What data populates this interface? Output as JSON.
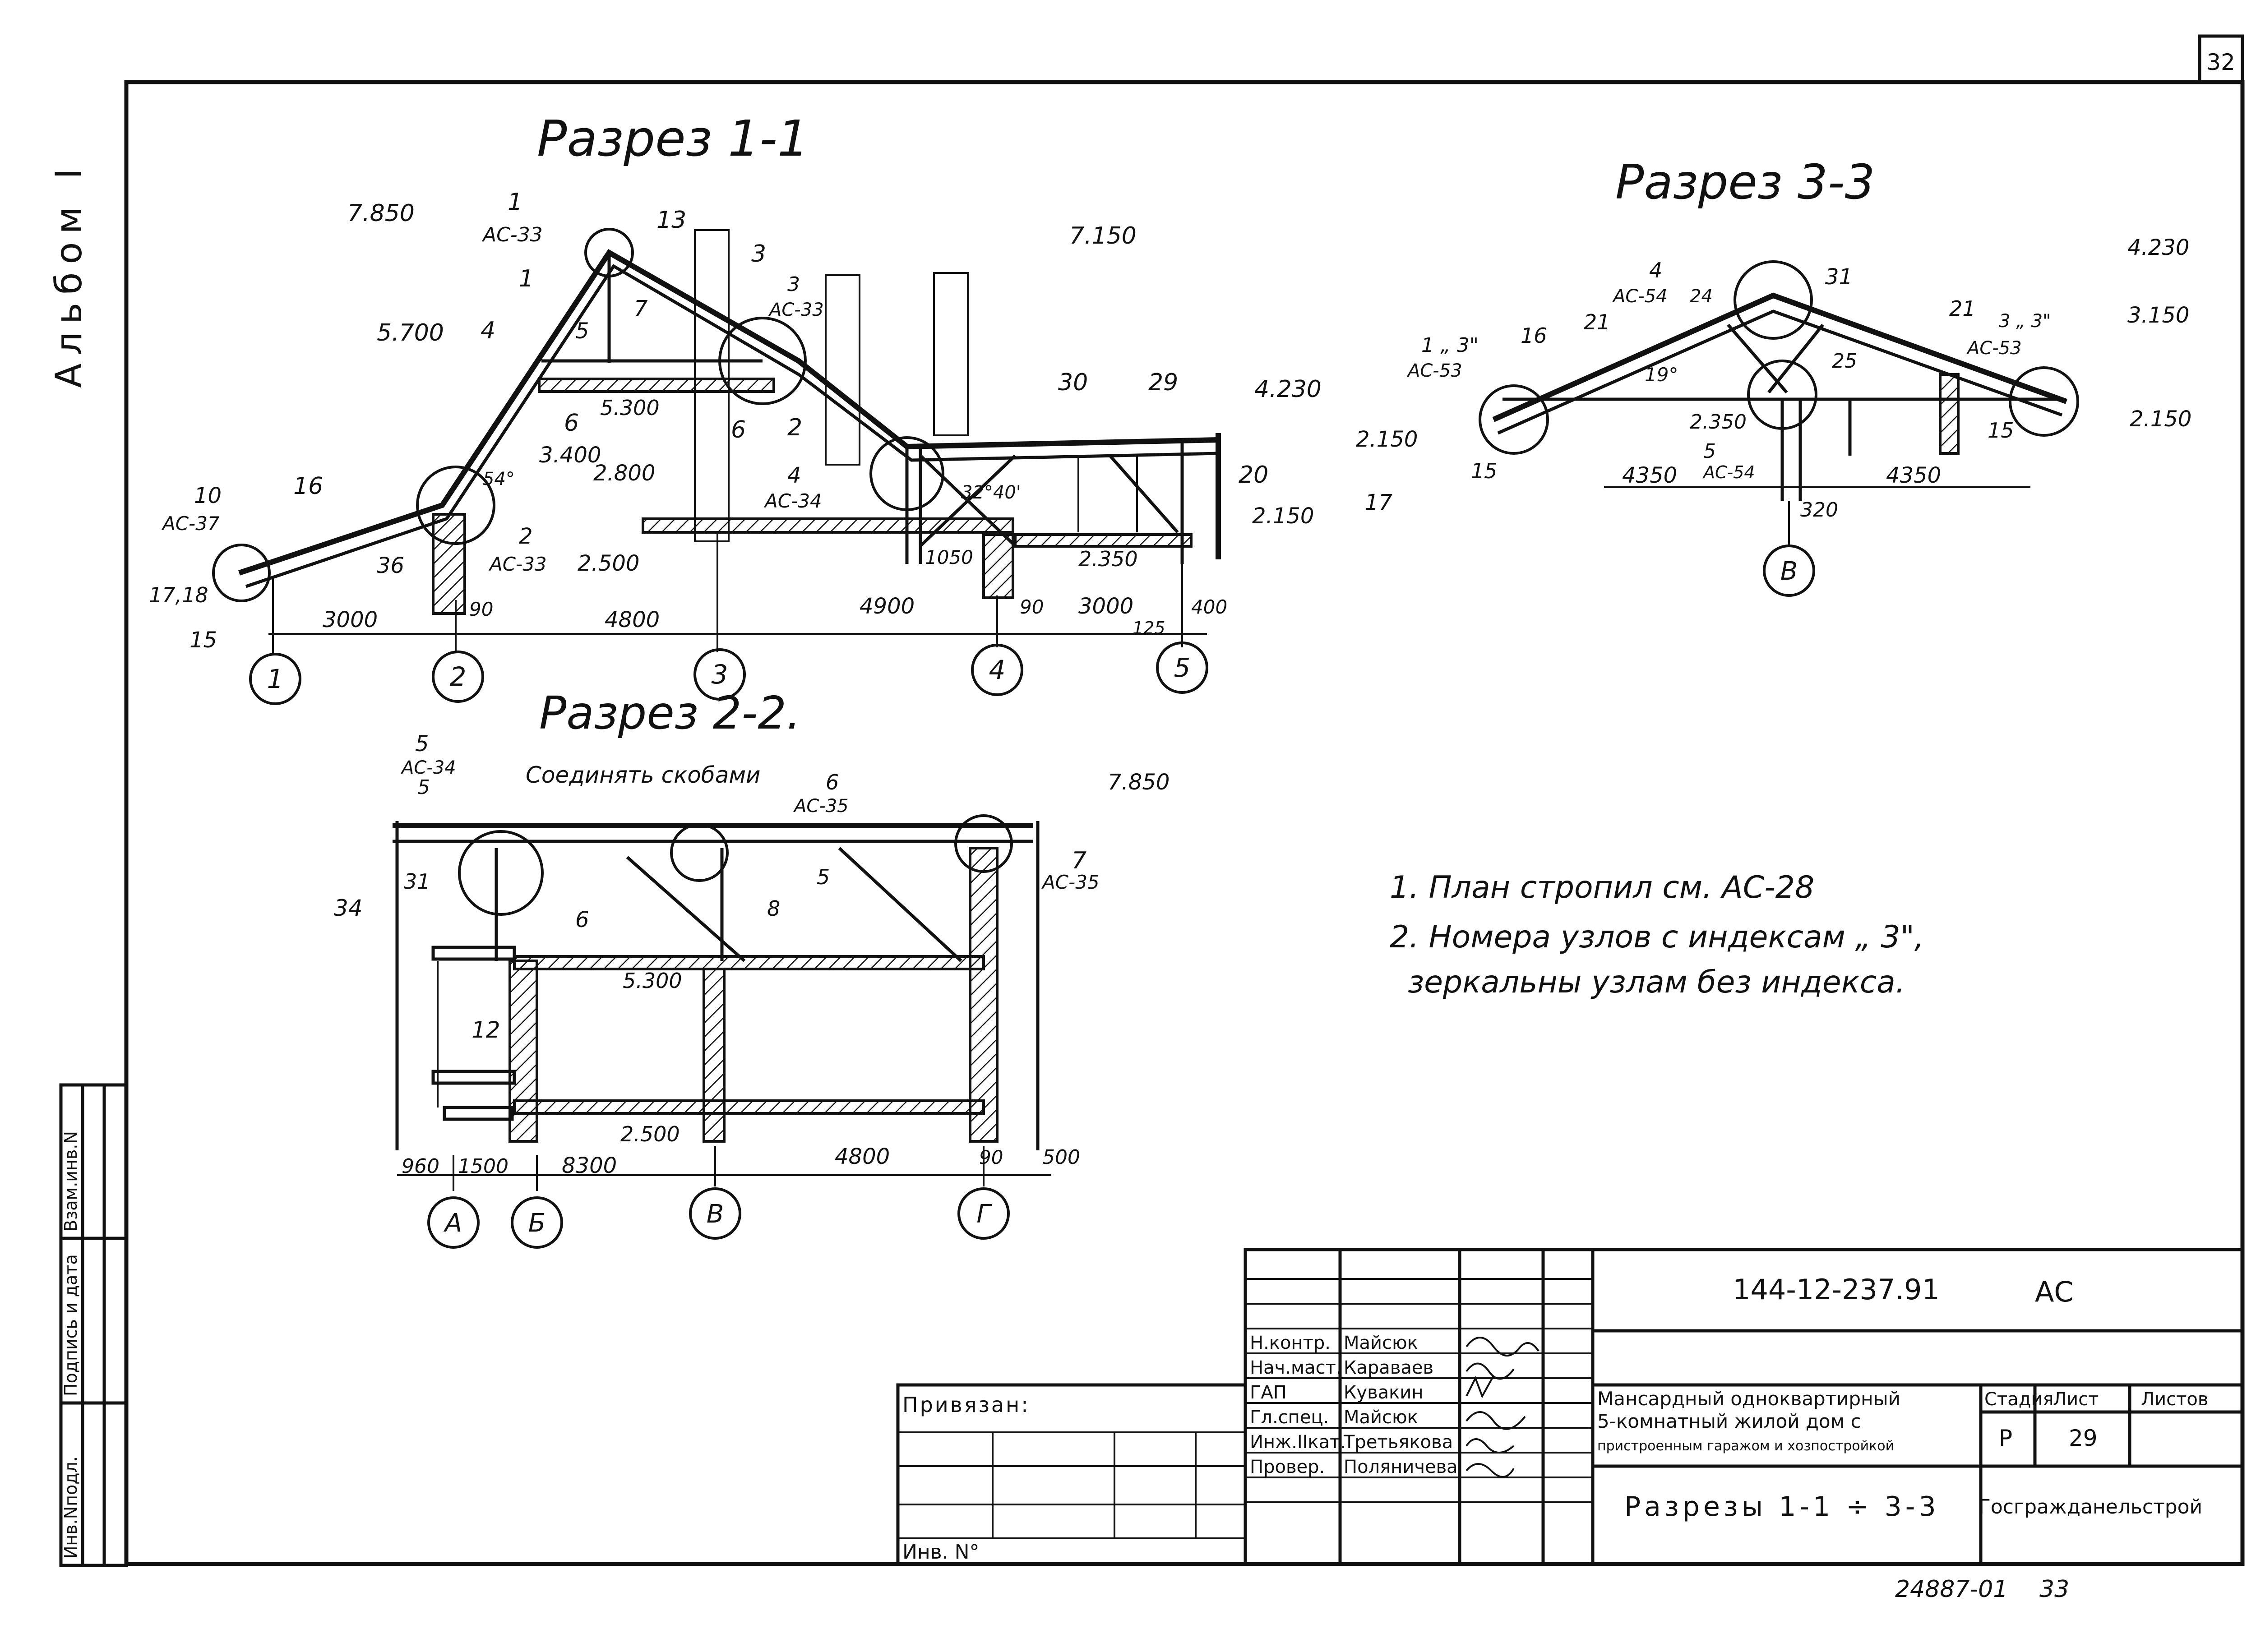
{
  "sheet": {
    "page_number": "32",
    "album_label": "Альбом I",
    "footer_code": "24887-01",
    "footer_page": "33"
  },
  "left_strip": {
    "col1": "Инв.Nподл.",
    "col2": "Подпись и дата",
    "col3": "Взам.инв.N"
  },
  "section_1_1": {
    "title": "Разрез 1-1",
    "elev_7850": "7.850",
    "elev_5700": "5.700",
    "elev_7150": "7.150",
    "elev_4230": "4.230",
    "elev_3400": "3.400",
    "elev_2800": "2.800",
    "elev_2500": "2.500",
    "elev_2150": "2.150",
    "elev_5300": "5.300",
    "elev_2350": "2.350",
    "angle_54": "54°",
    "angle_32": "32°40'",
    "node_1": "1",
    "node_1_ref": "АС-33",
    "node_13": "13",
    "node_1b": "1",
    "node_3": "3",
    "node_3b": "3",
    "node_3_ref": "АС-33",
    "node_4": "4",
    "node_5": "5",
    "node_7": "7",
    "node_6": "6",
    "node_2": "2",
    "node_2b": "2",
    "node_2_ref": "АС-33",
    "node_4b": "4",
    "node_4_ref": "АС-34",
    "node_10": "10",
    "node_10_ref": "АС-37",
    "node_16": "16",
    "node_36": "36",
    "node_1718": "17,18",
    "node_15": "15",
    "node_30": "30",
    "node_29": "29",
    "node_20": "20",
    "dim_1050": "1050",
    "dim_3000a": "3000",
    "dim_90a": "90",
    "dim_4800": "4800",
    "dim_4900": "4900",
    "dim_90b": "90",
    "dim_3000b": "3000",
    "dim_400": "400",
    "dim_125": "125",
    "axis_1": "1",
    "axis_2": "2",
    "axis_3": "3",
    "axis_4": "4",
    "axis_5": "5"
  },
  "section_2_2": {
    "title": "Разрез 2-2.",
    "node_5": "5",
    "node_5_ref": "АС-34",
    "node_5b": "5",
    "connect_note": "Соединять скобами",
    "node_6": "6",
    "node_6_ref": "АС-35",
    "elev_7850": "7.850",
    "node_7": "7",
    "node_7_ref": "АС-35",
    "node_31": "31",
    "node_34": "34",
    "node_6b": "6",
    "node_8": "8",
    "node_5c": "5",
    "elev_5300": "5.300",
    "node_12": "12",
    "elev_2500": "2.500",
    "dim_960": "960",
    "dim_1500": "1500",
    "dim_8300": "8300",
    "dim_4800": "4800",
    "dim_90": "90",
    "dim_500": "500",
    "axis_a": "А",
    "axis_b": "Б",
    "axis_v": "В",
    "axis_g": "Г"
  },
  "section_3_3": {
    "title": "Разрез 3-3",
    "elev_4230": "4.230",
    "elev_3150": "3.150",
    "elev_2150a": "2.150",
    "elev_2150b": "2.150",
    "elev_2350": "2.350",
    "node_4": "4",
    "node_4_ref": "АС-54",
    "node_24": "24",
    "node_31": "31",
    "node_21a": "21",
    "node_21b": "21",
    "node_13": "1 „ 3\"",
    "node_13_ref": "АС-53",
    "node_16": "16",
    "angle_19": "19°",
    "node_25": "25",
    "node_33": "3 „ 3\"",
    "node_33_ref": "АС-53",
    "node_5": "5",
    "node_5_ref": "АС-54",
    "node_15a": "15",
    "node_15b": "15",
    "node_17": "17",
    "dim_4350a": "4350",
    "dim_4350b": "4350",
    "dim_320": "320",
    "axis_v": "В"
  },
  "notes": {
    "line1": "1. План стропил см. АС-28",
    "line2": "2. Номера узлов с индексам „ 3\",",
    "line3": "зеркальны узлам без индекса."
  },
  "stamp": {
    "privyazan": "Привязан:",
    "inv_no": "Инв. N°",
    "doc_code": "144-12-237.91",
    "doc_mark": "АС",
    "roles": [
      {
        "role": "Н.контр.",
        "name": "Майсюк"
      },
      {
        "role": "Нач.маст.",
        "name": "Караваев"
      },
      {
        "role": "ГАП",
        "name": "Кувакин"
      },
      {
        "role": "Гл.спец.",
        "name": "Майсюк"
      },
      {
        "role": "Инж.IIкат.",
        "name": "Третьякова"
      },
      {
        "role": "Провер.",
        "name": "Поляничева"
      }
    ],
    "project_line1": "Мансардный одноквартирный",
    "project_line2": "5-комнатный жилой дом с",
    "project_line3": "пристроенным гаражом и хозпостройкой",
    "sheet_title": "Разрезы 1-1 ÷ 3-3",
    "stage_label": "Стадия",
    "sheet_label": "Лист",
    "sheets_label": "Листов",
    "stage_value": "Р",
    "sheet_value": "29",
    "organization": "Госгражданельстрой"
  }
}
